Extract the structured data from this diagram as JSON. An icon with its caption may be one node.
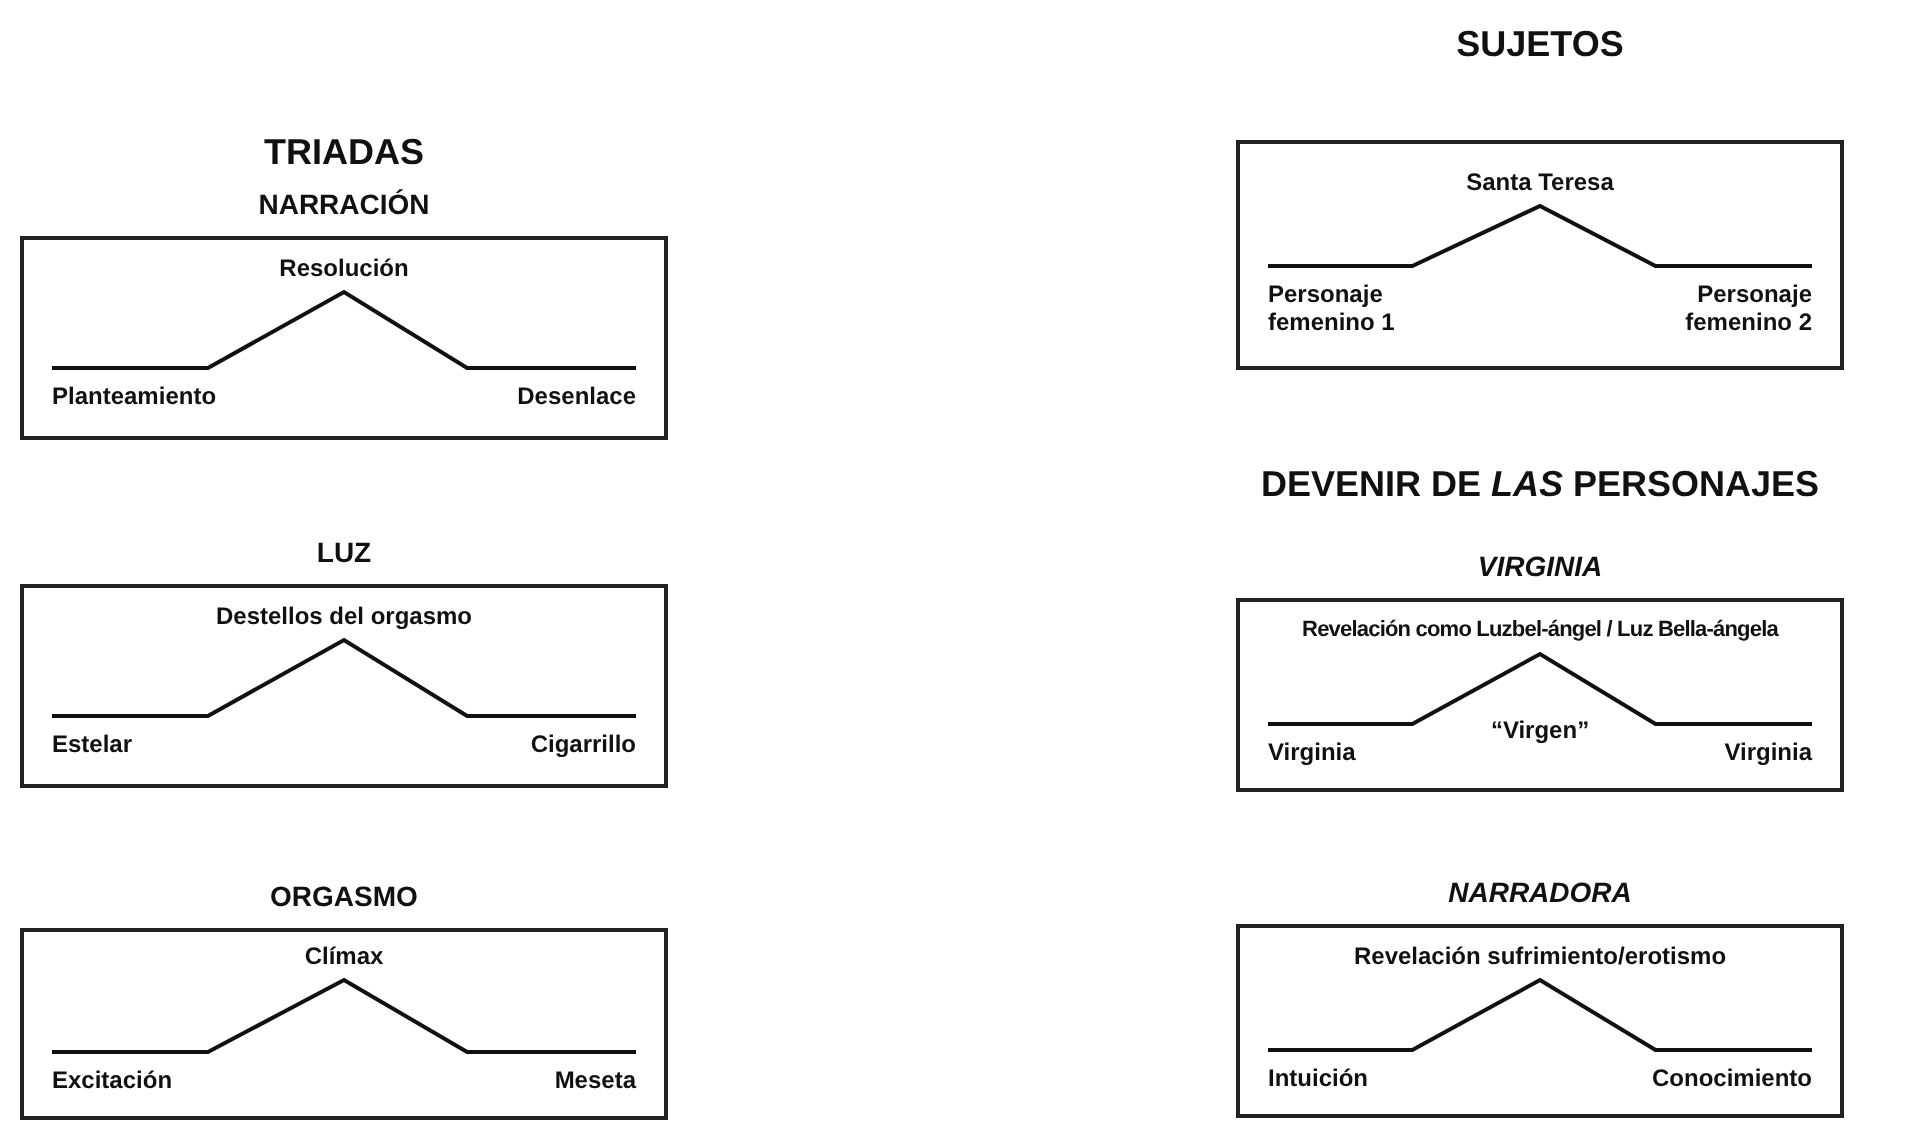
{
  "diagram": {
    "nodes": [
      {
        "text": [
          "NARRACIÓN",
          "Resolución",
          "Planteamiento",
          "Desenlace"
        ]
      },
      {
        "text": [
          "LUZ",
          "Destellos del orgasmo",
          "Estelar",
          "Cigarrillo"
        ]
      },
      {
        "text": [
          "ORGASMO",
          "Clímax",
          "Excitación",
          "Meseta"
        ]
      },
      {
        "text": [
          "Santa Teresa",
          "Personaje femenino 1",
          "Personaje femenino 2"
        ]
      },
      {
        "text": [
          "VIRGINIA",
          "Revelación como Luzbel-ángel / Luz Bella-ángela",
          "Virginia",
          "Virginia",
          "“Virgen”"
        ]
      },
      {
        "text": [
          "NARRADORA",
          "Revelación sufrimiento/erotismo",
          "Intuición",
          "Conocimiento"
        ]
      }
    ],
    "labels": [
      "TRIADAS",
      "SUJETOS",
      "DEVENIR DE *LAS* PERSONAJES"
    ]
  }
}
